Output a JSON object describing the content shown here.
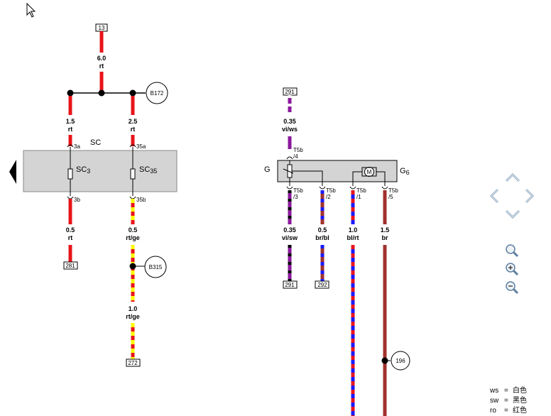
{
  "connectors": {
    "c13": "13",
    "c281": "281",
    "c272": "272",
    "c291a": "291",
    "c291b": "291",
    "c292": "292"
  },
  "circles": {
    "b172": "B172",
    "b315": "B315",
    "n196": "196"
  },
  "wires": {
    "w1": {
      "size": "6.0",
      "color": "rt"
    },
    "w2": {
      "size": "1.5",
      "color": "rt"
    },
    "w3": {
      "size": "2.5",
      "color": "rt"
    },
    "w4": {
      "size": "0.5",
      "color": "rt"
    },
    "w5": {
      "size": "0.5",
      "color": "rt/ge"
    },
    "w6": {
      "size": "1.0",
      "color": "rt/ge"
    },
    "w7": {
      "size": "0.35",
      "color": "vi/ws"
    },
    "w8": {
      "size": "0.35",
      "color": "vi/sw"
    },
    "w9": {
      "size": "0.5",
      "color": "br/bl"
    },
    "w10": {
      "size": "1.0",
      "color": "bl/rt"
    },
    "w11": {
      "size": "1.5",
      "color": "br"
    }
  },
  "components": {
    "sc_label": "SC",
    "sc3_main": "SC",
    "sc3_sub": "3",
    "sc35_main": "SC",
    "sc35_sub": "35",
    "g_label": "G",
    "g6_main": "G",
    "g6_sub": "6",
    "motor": "M"
  },
  "pins": {
    "p3a": "3a",
    "p3b": "3b",
    "p35a": "35a",
    "p35b": "35b",
    "t5b4_a": "T5b",
    "t5b4_b": "/4",
    "t5b3_a": "T5b",
    "t5b3_b": "/3",
    "t5b2_a": "T5b",
    "t5b2_b": "/2",
    "t5b1_a": "T5b",
    "t5b1_b": "/1",
    "t5b5_a": "T5b",
    "t5b5_b": "/5"
  },
  "legend": [
    {
      "code": "ws",
      "eq": "=",
      "meaning": "白色"
    },
    {
      "code": "sw",
      "eq": "=",
      "meaning": "黑色"
    },
    {
      "code": "ro",
      "eq": "=",
      "meaning": "红色"
    }
  ],
  "nav_icons": [
    "chevron-up-icon",
    "chevron-left-icon",
    "chevron-right-icon",
    "chevron-down-icon",
    "magnifier-icon",
    "zoom-in-icon",
    "zoom-out-icon"
  ],
  "colors": {
    "red": "#e8141b",
    "yellow": "#ffff00",
    "blue": "#1a1aff",
    "violet": "#8b1a9c",
    "brown": "#a0322d",
    "black": "#000000",
    "white": "#ffffff",
    "component_fill": "#d4d4d4"
  }
}
